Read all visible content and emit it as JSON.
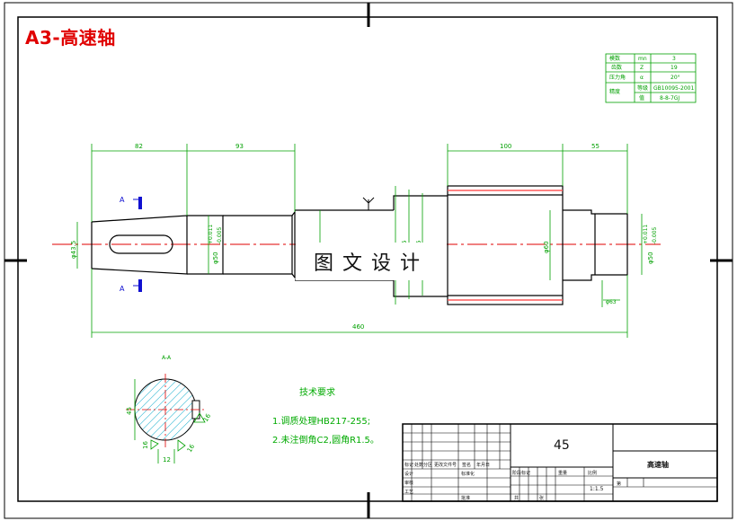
{
  "drawing_title": "A3-高速轴",
  "watermark": "图文设计",
  "section_label": "A-A",
  "section_marker": "A",
  "material": "45",
  "part_name": "高速轴",
  "scale": "1:1.5",
  "dimensions": {
    "len_82": "82",
    "len_93": "93",
    "len_100": "100",
    "len_55": "55",
    "total_460": "460",
    "dia_left": "φ43.5",
    "dia_keyed": "φ50",
    "tol_1": "+0.011",
    "tol_2": "-0.005",
    "dia_gear": "φ60",
    "dia_right": "φ50",
    "dia_bottom": "φ63",
    "sec_45": "45",
    "sec_16a": "16",
    "sec_16b": "16",
    "sec_16c": "16",
    "sec_12": "12",
    "five": "5"
  },
  "gear_table": {
    "rows": [
      {
        "label": "模数",
        "sym": "mn",
        "val": "3"
      },
      {
        "label": "齿数",
        "sym": "Z",
        "val": "19"
      },
      {
        "label": "压力角",
        "sym": "α",
        "val": "20°"
      },
      {
        "label": "精度",
        "sym": "等级",
        "val": "GB10095-2001"
      },
      {
        "label": "",
        "sym": "值",
        "val": "8-8-7GJ"
      }
    ]
  },
  "tech_requirements": {
    "title": "技术要求",
    "items": [
      "1.调质处理HB217-255;",
      "2.未注倒角C2,圆角R1.5。"
    ]
  },
  "title_block": {
    "small_labels": [
      "标记",
      "处数",
      "分区",
      "更改文件号",
      "签名",
      "年月日",
      "设计",
      "标准化",
      "审核",
      "工艺",
      "批准",
      "阶段标记",
      "重量",
      "比例",
      "共",
      "张",
      "第"
    ]
  },
  "colors": {
    "frame": "#000000",
    "outline": "#000000",
    "dimension": "#00a000",
    "centerline": "#e00000",
    "hatch": "#00a6c8",
    "gear_teeth": "#ff5a5a",
    "marker": "#1010d0"
  }
}
